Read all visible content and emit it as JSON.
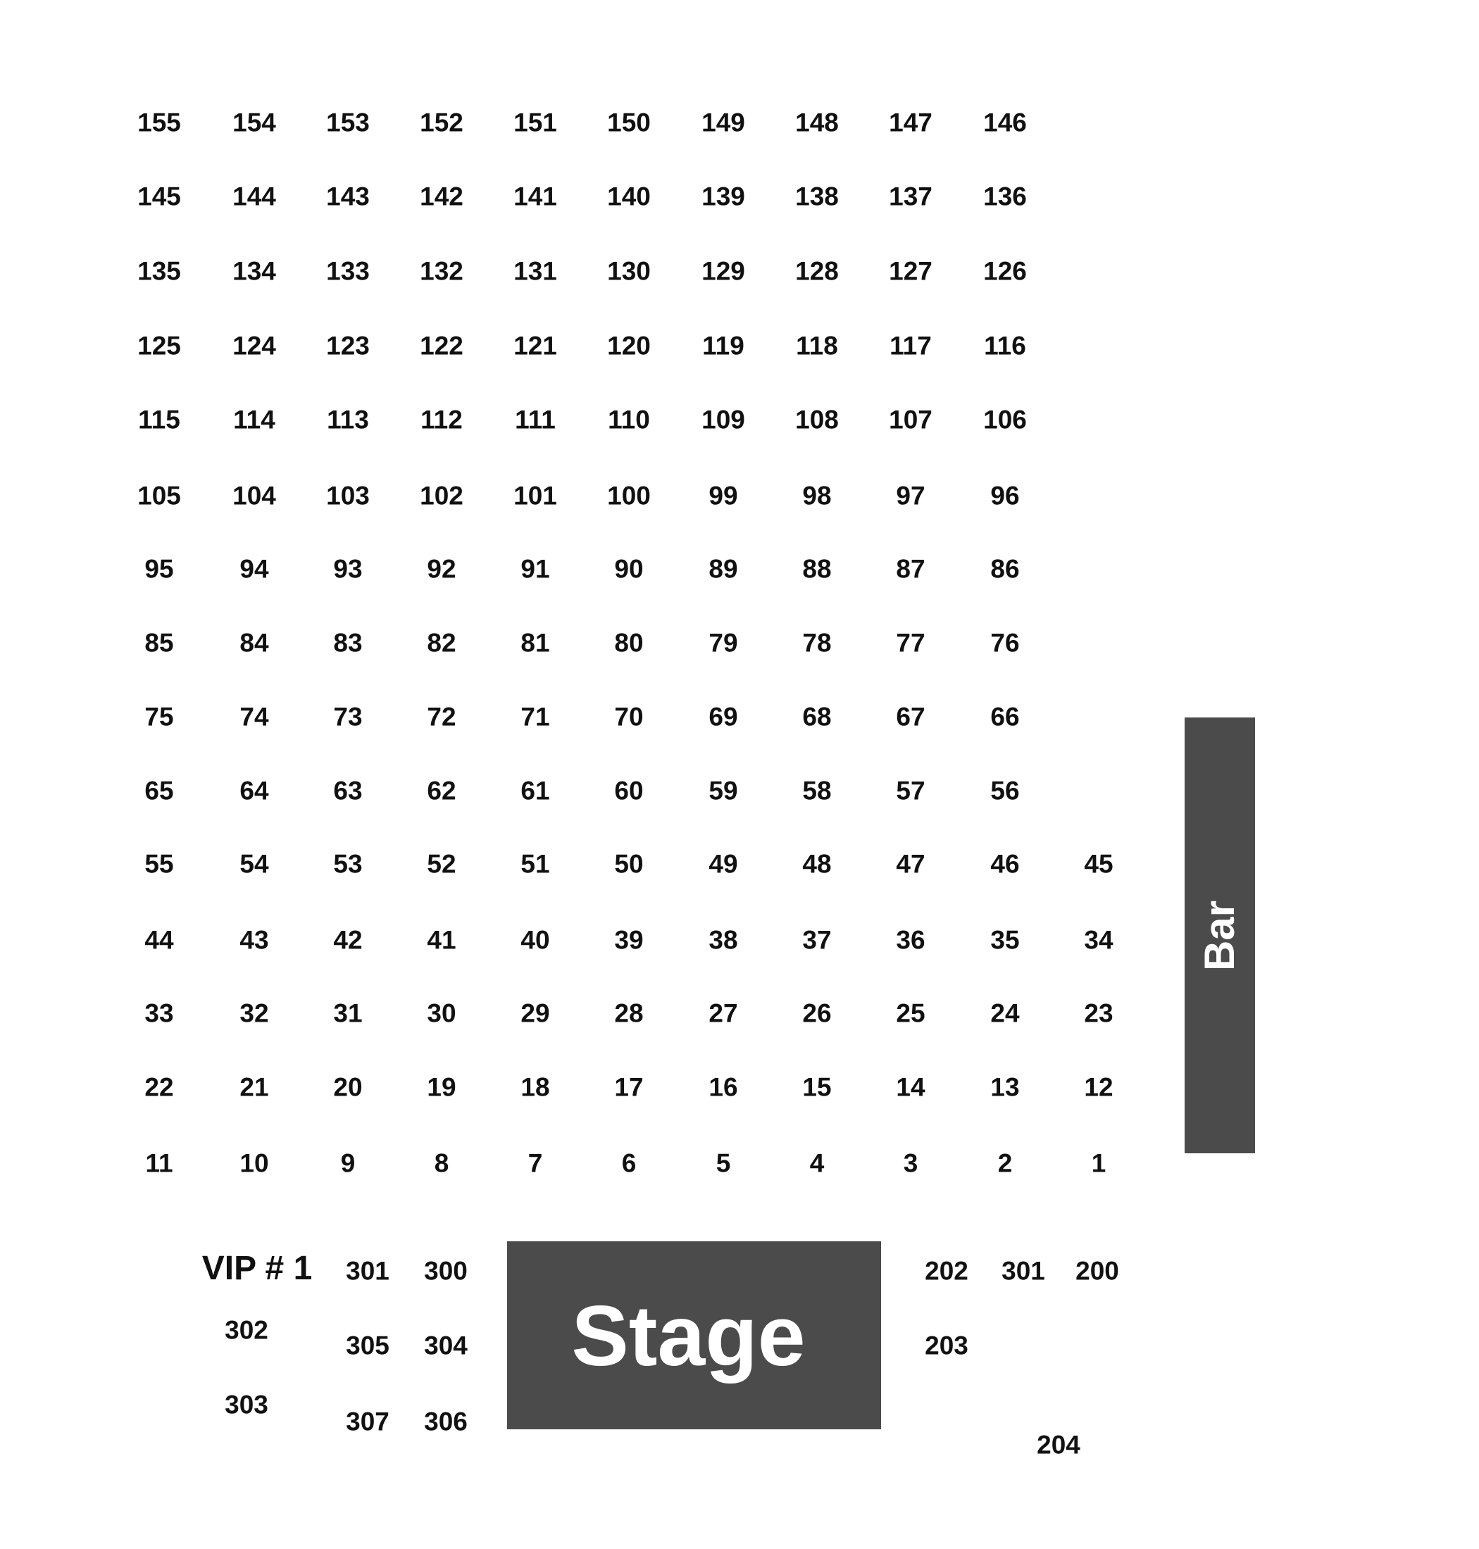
{
  "map": {
    "colors": {
      "seat_text": "#111111",
      "block_fill": "#4b4b4b",
      "block_text": "#ffffff",
      "background": "#ffffff"
    },
    "grid_rows": [
      [
        "155",
        "154",
        "153",
        "152",
        "151",
        "150",
        "149",
        "148",
        "147",
        "146"
      ],
      [
        "145",
        "144",
        "143",
        "142",
        "141",
        "140",
        "139",
        "138",
        "137",
        "136"
      ],
      [
        "135",
        "134",
        "133",
        "132",
        "131",
        "130",
        "129",
        "128",
        "127",
        "126"
      ],
      [
        "125",
        "124",
        "123",
        "122",
        "121",
        "120",
        "119",
        "118",
        "117",
        "116"
      ],
      [
        "115",
        "114",
        "113",
        "112",
        "111",
        "110",
        "109",
        "108",
        "107",
        "106"
      ],
      [
        "105",
        "104",
        "103",
        "102",
        "101",
        "100",
        "99",
        "98",
        "97",
        "96"
      ],
      [
        "95",
        "94",
        "93",
        "92",
        "91",
        "90",
        "89",
        "88",
        "87",
        "86"
      ],
      [
        "85",
        "84",
        "83",
        "82",
        "81",
        "80",
        "79",
        "78",
        "77",
        "76"
      ],
      [
        "75",
        "74",
        "73",
        "72",
        "71",
        "70",
        "69",
        "68",
        "67",
        "66"
      ],
      [
        "65",
        "64",
        "63",
        "62",
        "61",
        "60",
        "59",
        "58",
        "57",
        "56"
      ],
      [
        "55",
        "54",
        "53",
        "52",
        "51",
        "50",
        "49",
        "48",
        "47",
        "46",
        "45"
      ],
      [
        "44",
        "43",
        "42",
        "41",
        "40",
        "39",
        "38",
        "37",
        "36",
        "35",
        "34"
      ],
      [
        "33",
        "32",
        "31",
        "30",
        "29",
        "28",
        "27",
        "26",
        "25",
        "24",
        "23"
      ],
      [
        "22",
        "21",
        "20",
        "19",
        "18",
        "17",
        "16",
        "15",
        "14",
        "13",
        "12"
      ],
      [
        "11",
        "10",
        "9",
        "8",
        "7",
        "6",
        "5",
        "4",
        "3",
        "2",
        "1"
      ]
    ],
    "vip": {
      "label": "VIP # 1",
      "seats": [
        "302",
        "303",
        "301",
        "300",
        "305",
        "304",
        "307",
        "306"
      ]
    },
    "right_section": [
      "202",
      "301",
      "200",
      "203",
      "204"
    ],
    "stage_label": "Stage",
    "bar_label": "Bar"
  }
}
